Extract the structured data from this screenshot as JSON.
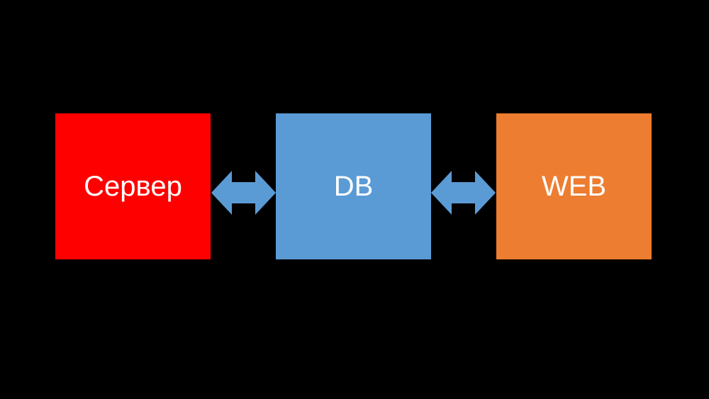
{
  "diagram": {
    "background": "#000000",
    "nodes": [
      {
        "id": "server",
        "label": "Сервер",
        "color": "#ff0000"
      },
      {
        "id": "db",
        "label": "DB",
        "color": "#5b9bd5"
      },
      {
        "id": "web",
        "label": "WEB",
        "color": "#ed7d31"
      }
    ],
    "edges": [
      {
        "from": "server",
        "to": "db",
        "type": "bidirectional",
        "color": "#5b9bd5"
      },
      {
        "from": "db",
        "to": "web",
        "type": "bidirectional",
        "color": "#5b9bd5"
      }
    ]
  }
}
